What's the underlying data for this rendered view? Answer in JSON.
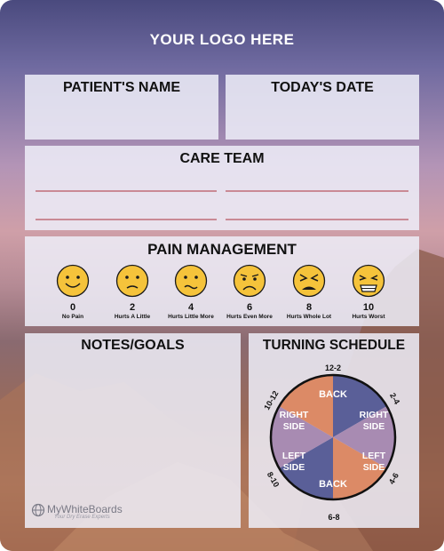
{
  "logo_text": "YOUR LOGO HERE",
  "patient_name_label": "PATIENT'S NAME",
  "todays_date_label": "TODAY'S DATE",
  "care_team_label": "CARE TEAM",
  "pain": {
    "title": "PAIN MANAGEMENT",
    "levels": [
      {
        "value": "0",
        "label": "No Pain"
      },
      {
        "value": "2",
        "label": "Hurts A Little"
      },
      {
        "value": "4",
        "label": "Hurts Little More"
      },
      {
        "value": "6",
        "label": "Hurts Even More"
      },
      {
        "value": "8",
        "label": "Hurts Whole Lot"
      },
      {
        "value": "10",
        "label": "Hurts Worst"
      }
    ]
  },
  "notes_label": "NOTES/GOALS",
  "turning": {
    "title": "TURNING SCHEDULE",
    "times": {
      "top": "12-2",
      "upper_right": "2-4",
      "lower_right": "4-6",
      "bottom": "6-8",
      "lower_left": "8-10",
      "upper_left": "10-12"
    },
    "segments": {
      "top": "BACK",
      "bottom": "BACK",
      "right_line1": "RIGHT",
      "right_line2": "SIDE",
      "left_line1": "LEFT",
      "left_line2": "SIDE"
    },
    "colors": {
      "back": "#5a5f98",
      "right": "#a88bb2",
      "left": "#dc8a66"
    }
  },
  "brand": {
    "name": "MyWhiteBoards",
    "tagline": "Your Dry Erase Experts"
  },
  "colors": {
    "face": "#f5c33b",
    "face_outline": "#1a1a1a",
    "writing_line": "#c98a95"
  }
}
